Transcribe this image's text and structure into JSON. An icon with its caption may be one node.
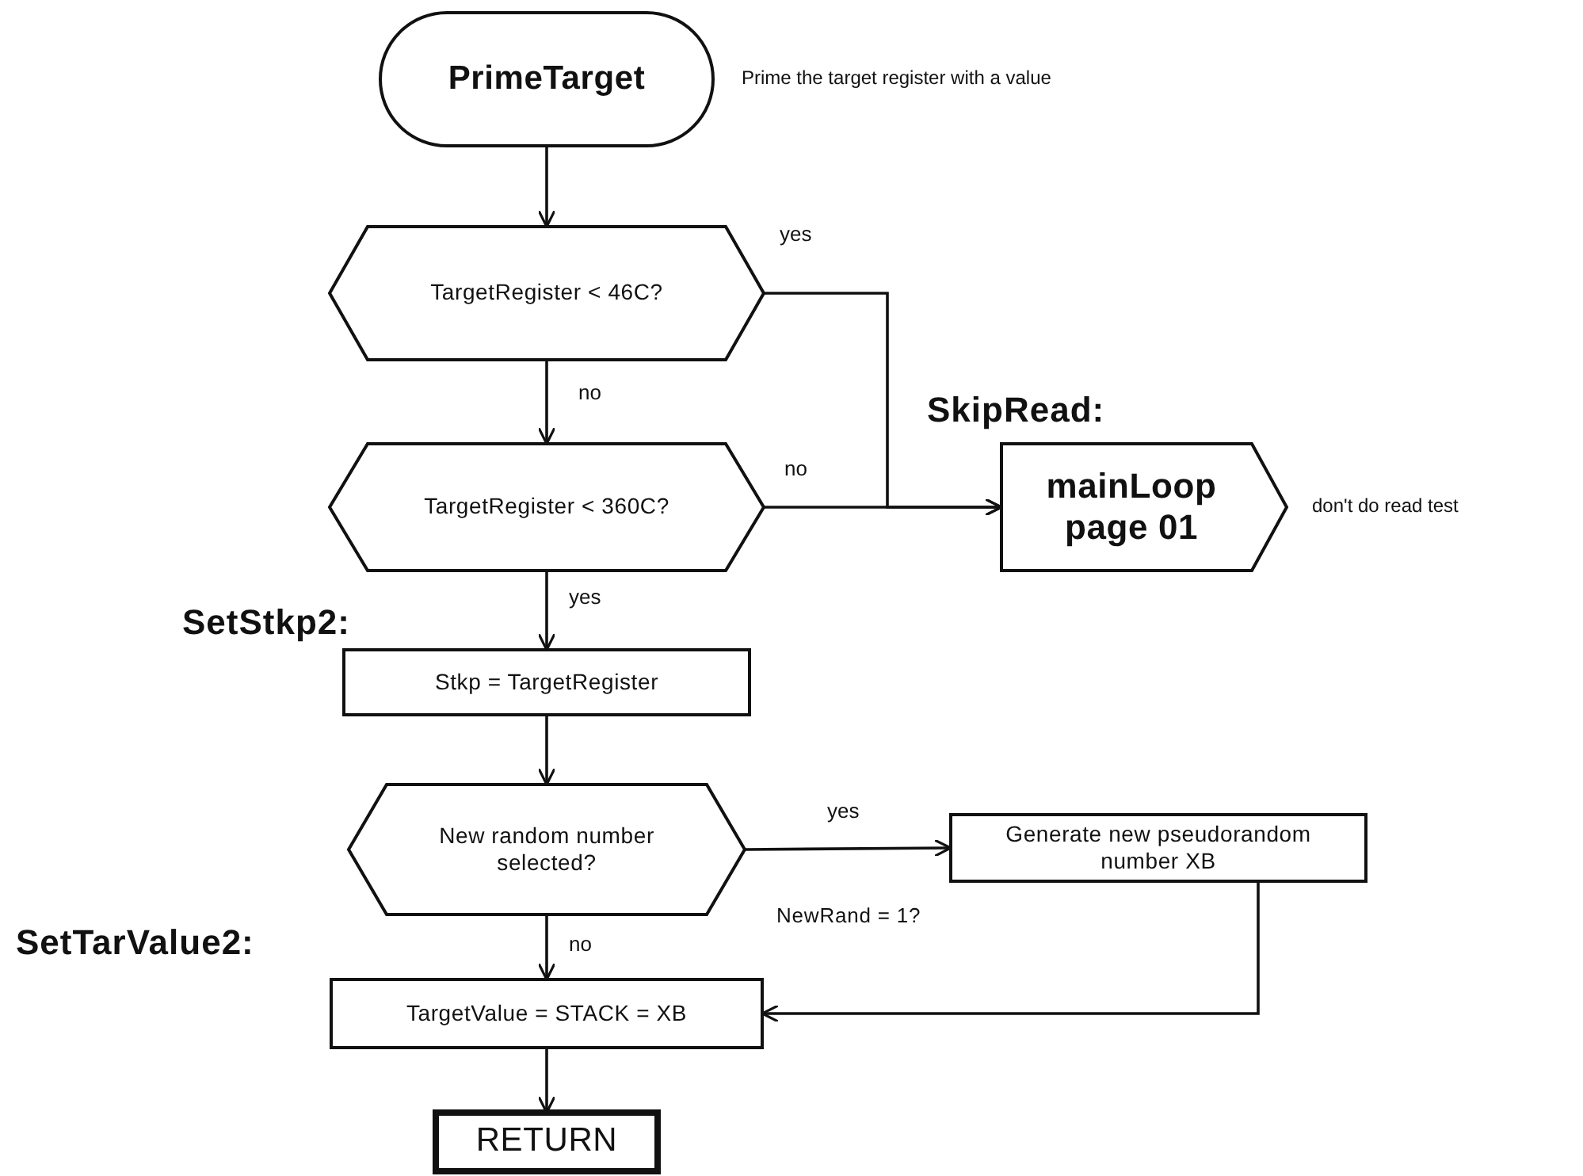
{
  "diagram": {
    "nodes": [
      {
        "text": [
          "PrimeTarget"
        ],
        "beside": [
          "Prime the target register with a value"
        ]
      },
      {
        "text": [
          "TargetRegister < 46C?"
        ]
      },
      {
        "text": [
          "TargetRegister < 360C?"
        ]
      },
      {
        "text": [
          "SkipRead:",
          "mainLoop page 01"
        ],
        "beside": [
          "don't do read test"
        ]
      },
      {
        "text": [
          "SetStkp2:",
          "Stkp = TargetRegister"
        ]
      },
      {
        "text": [
          "New random number selected?"
        ]
      },
      {
        "text": [
          "Generate new pseudorandom number XB"
        ]
      },
      {
        "text": [
          "SetTarValue2:",
          "TargetValue = STACK = XB"
        ]
      },
      {
        "text": [
          "RETURN"
        ]
      }
    ],
    "edges": [
      {
        "from": 0,
        "to": 1,
        "arrow": "to"
      },
      {
        "from": 1,
        "to": 3,
        "label": "yes",
        "arrow": "to"
      },
      {
        "from": 1,
        "to": 2,
        "label": "no",
        "arrow": "to"
      },
      {
        "from": 2,
        "to": 3,
        "label": "no",
        "arrow": "to"
      },
      {
        "from": 2,
        "to": 4,
        "label": "yes",
        "arrow": "to"
      },
      {
        "from": 4,
        "to": 5,
        "arrow": "to"
      },
      {
        "from": 5,
        "to": 6,
        "label": "yes",
        "arrow": "to"
      },
      {
        "from": 5,
        "to": 7,
        "label": "no",
        "arrow": "to"
      },
      {
        "from": 6,
        "to": 7,
        "arrow": "to"
      },
      {
        "from": 7,
        "to": 8,
        "arrow": "to"
      }
    ],
    "labels": [
      "NewRand = 1?"
    ]
  }
}
